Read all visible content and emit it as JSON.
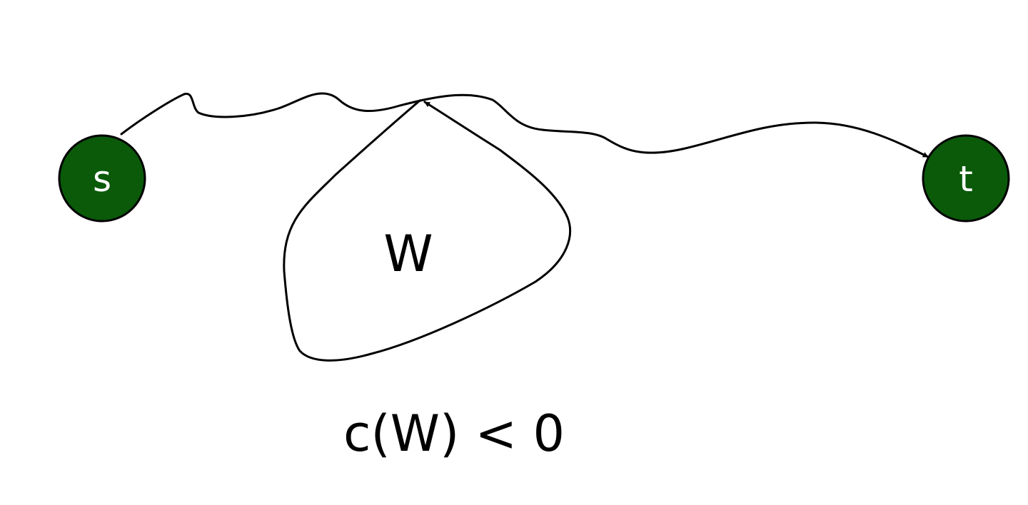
{
  "nodes": {
    "source": {
      "label": "s"
    },
    "sink": {
      "label": "t"
    }
  },
  "cycle": {
    "label": "W"
  },
  "caption": "c(W) < 0",
  "colors": {
    "node_fill": "#0a5a0a",
    "node_stroke": "#000000",
    "node_text": "#ffffff",
    "line": "#000000",
    "background": "#ffffff"
  }
}
